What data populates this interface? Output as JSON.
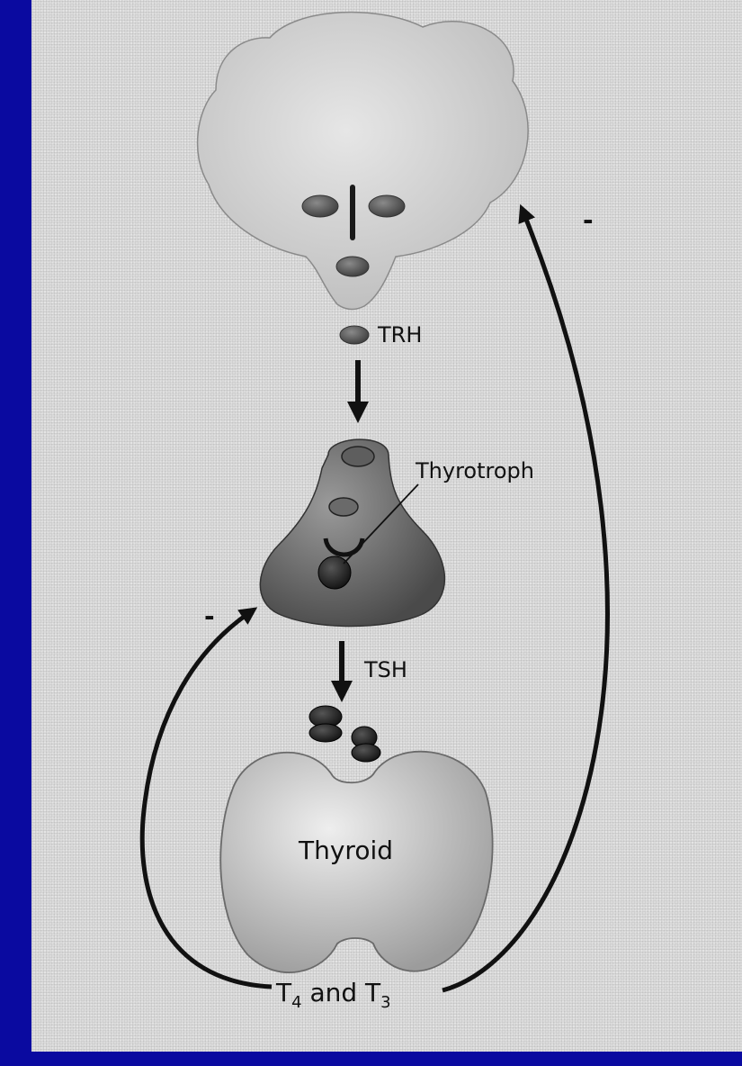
{
  "labels": {
    "trh": "TRH",
    "thyrotroph": "Thyrotroph",
    "tsh": "TSH",
    "thyroid": "Thyroid",
    "hormones_t4": "T",
    "hormones_t4_sub": "4",
    "hormones_and": " and T",
    "hormones_t3_sub": "3",
    "minus_right": "-",
    "minus_left": "-"
  },
  "colors": {
    "slide_background": "#0a0aa0",
    "panel": "#dcdcdc",
    "hypothalamus": "#d3d3d3",
    "nuclei": "#6e6e6e",
    "pituitary": "#7a7a7a",
    "thyroid": "#d0d0d0",
    "arrows": "#111111"
  }
}
